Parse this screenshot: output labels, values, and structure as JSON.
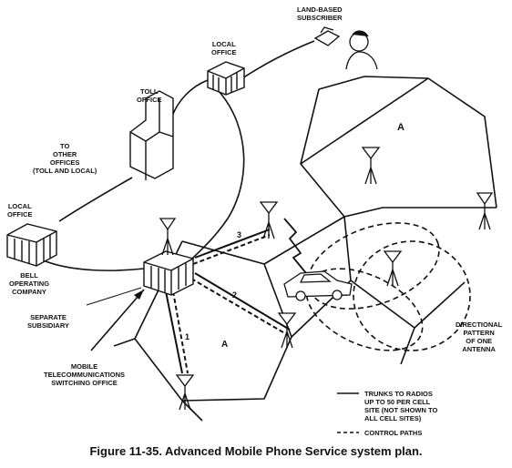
{
  "labels": {
    "land_subscriber": [
      "LAND-BASED",
      "SUBSCRIBER"
    ],
    "local_office_top": [
      "LOCAL",
      "OFFICE"
    ],
    "toll_office": [
      "TOLL",
      "OFFICE"
    ],
    "to_other_offices": [
      "TO",
      "OTHER",
      "OFFICES",
      "(TOLL AND LOCAL)"
    ],
    "local_office_left": [
      "LOCAL",
      "OFFICE"
    ],
    "bell_company": [
      "BELL",
      "OPERATING",
      "COMPANY"
    ],
    "separate_subsidiary": [
      "SEPARATE",
      "SUBSIDIARY"
    ],
    "mtso": [
      "MOBILE",
      "TELECOMMUNICATIONS",
      "SWITCHING OFFICE"
    ],
    "directional_pattern": [
      "DIRECTIONAL",
      "PATTERN",
      "OF ONE",
      "ANTENNA"
    ],
    "cell_a_top": "A",
    "cell_a_bottom": "A",
    "path_1": "1",
    "path_2": "2",
    "path_3": "3"
  },
  "legend": {
    "trunks": [
      "TRUNKS TO RADIOS",
      "UP TO 50 PER CELL",
      "SITE (NOT SHOWN TO",
      "ALL CELL SITES)"
    ],
    "control_paths": "CONTROL PATHS"
  },
  "caption": "Figure 11-35.  Advanced Mobile Phone Service system plan."
}
